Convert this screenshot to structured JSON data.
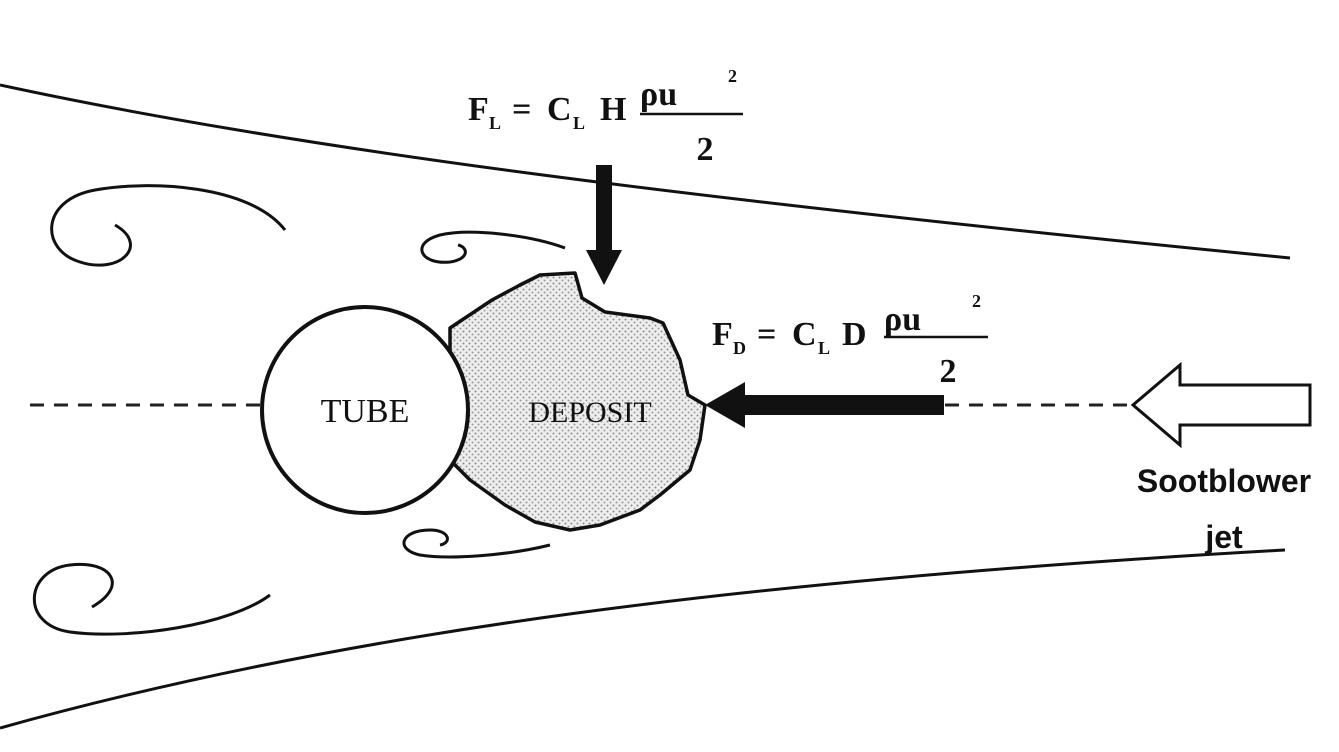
{
  "tube": {
    "label": "TUBE"
  },
  "deposit": {
    "label": "DEPOSIT"
  },
  "lift_force": {
    "F": "F",
    "F_sub": "L",
    "eq": "=",
    "C": "C",
    "C_sub": "L",
    "dim": "H",
    "numerator": "ρu",
    "exp": "2",
    "denominator": "2"
  },
  "drag_force": {
    "F": "F",
    "F_sub": "D",
    "eq": "=",
    "C": "C",
    "C_sub": "L",
    "dim": "D",
    "numerator": "ρu",
    "exp": "2",
    "denominator": "2"
  },
  "jet": {
    "line1": "Sootblower",
    "line2": "jet"
  }
}
